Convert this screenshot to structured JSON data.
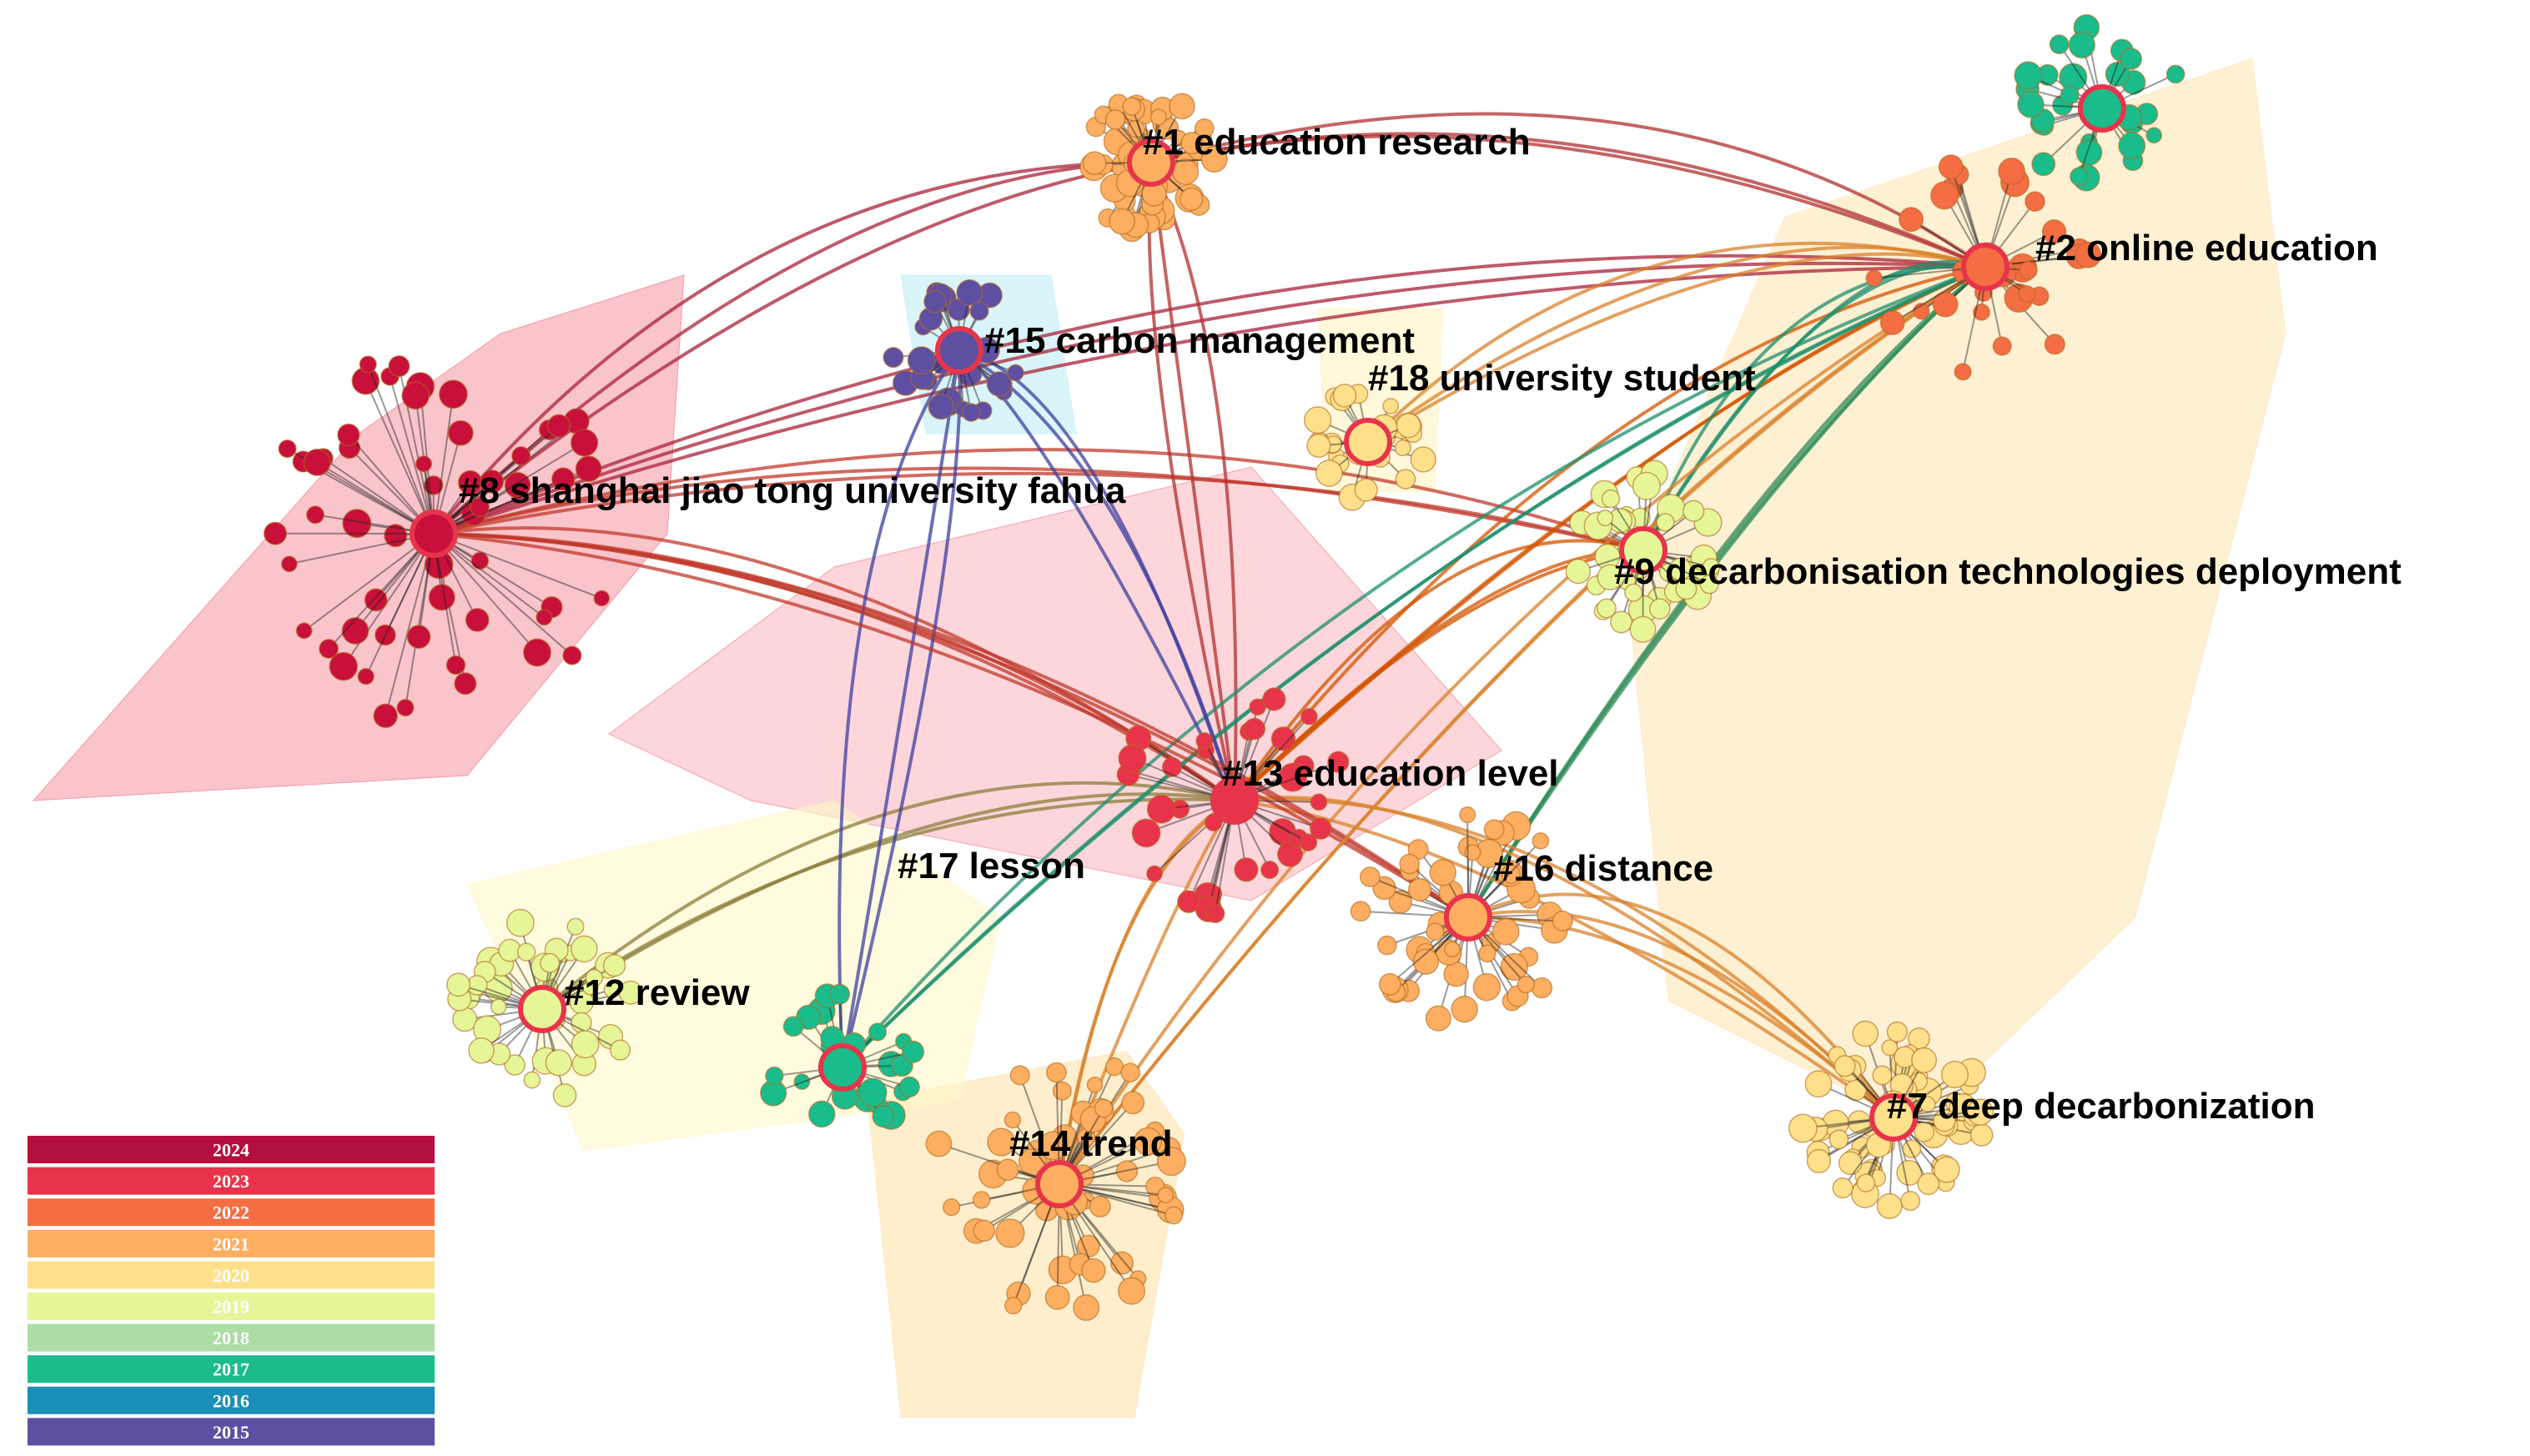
{
  "clusters": [
    {
      "id": "c1",
      "label": "#1 education research",
      "color": "#fdae61"
    },
    {
      "id": "c2",
      "label": "#2 online education",
      "color": "#f46d43"
    },
    {
      "id": "c7",
      "label": "#7 deep decarbonization",
      "color": "#fee08b"
    },
    {
      "id": "c8",
      "label": "#8 shanghai jiao tong university fahua",
      "color": "#d7191c"
    },
    {
      "id": "c9",
      "label": "#9 decarbonisation technologies deployment",
      "color": "#e6f598"
    },
    {
      "id": "c12",
      "label": "#12 review",
      "color": "#e6f598"
    },
    {
      "id": "c13",
      "label": "#13 education level",
      "color": "#f03b3b"
    },
    {
      "id": "c14",
      "label": "#14 trend",
      "color": "#fdae61"
    },
    {
      "id": "c15",
      "label": "#15 carbon management",
      "color": "#5e4fa2"
    },
    {
      "id": "c16",
      "label": "#16 distance",
      "color": "#fdae61"
    },
    {
      "id": "c17",
      "label": "#17 lesson",
      "color": "#1abc9c"
    },
    {
      "id": "c18",
      "label": "#18 university student",
      "color": "#fee08b"
    }
  ],
  "legend": [
    {
      "year": "2024",
      "color": "#b2103e"
    },
    {
      "year": "2023",
      "color": "#e8344a"
    },
    {
      "year": "2022",
      "color": "#f46d43"
    },
    {
      "year": "2021",
      "color": "#fdae61"
    },
    {
      "year": "2020",
      "color": "#fee08b"
    },
    {
      "year": "2019",
      "color": "#e6f598"
    },
    {
      "year": "2018",
      "color": "#abdda4"
    },
    {
      "year": "2017",
      "color": "#1abc8c"
    },
    {
      "year": "2016",
      "color": "#1a8fb8"
    },
    {
      "year": "2015",
      "color": "#5e4fa2"
    }
  ]
}
